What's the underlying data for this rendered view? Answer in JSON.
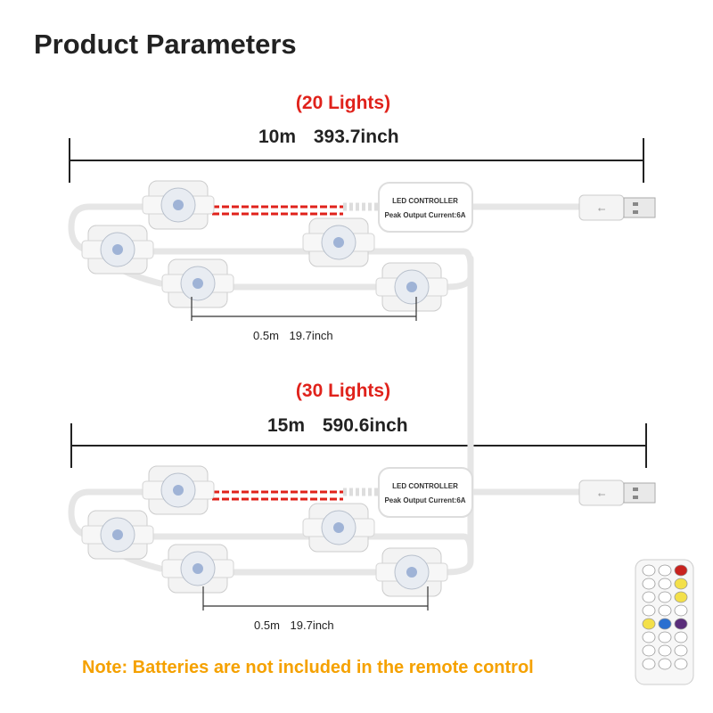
{
  "title": "Product Parameters",
  "sections": [
    {
      "count": "(20 Lights)",
      "length": "10m 393.7inch",
      "spacing": "0.5m 19.7inch"
    },
    {
      "count": "(30 Lights)",
      "length": "15m 590.6inch",
      "spacing": "0.5m 19.7inch"
    }
  ],
  "controller": {
    "title": "LED CONTROLLER",
    "subtitle": "Peak Output Current:6A"
  },
  "note": "Note: Batteries are not included in the remote control",
  "colors": {
    "accent_red": "#e0221b",
    "note_orange": "#f5a100"
  }
}
